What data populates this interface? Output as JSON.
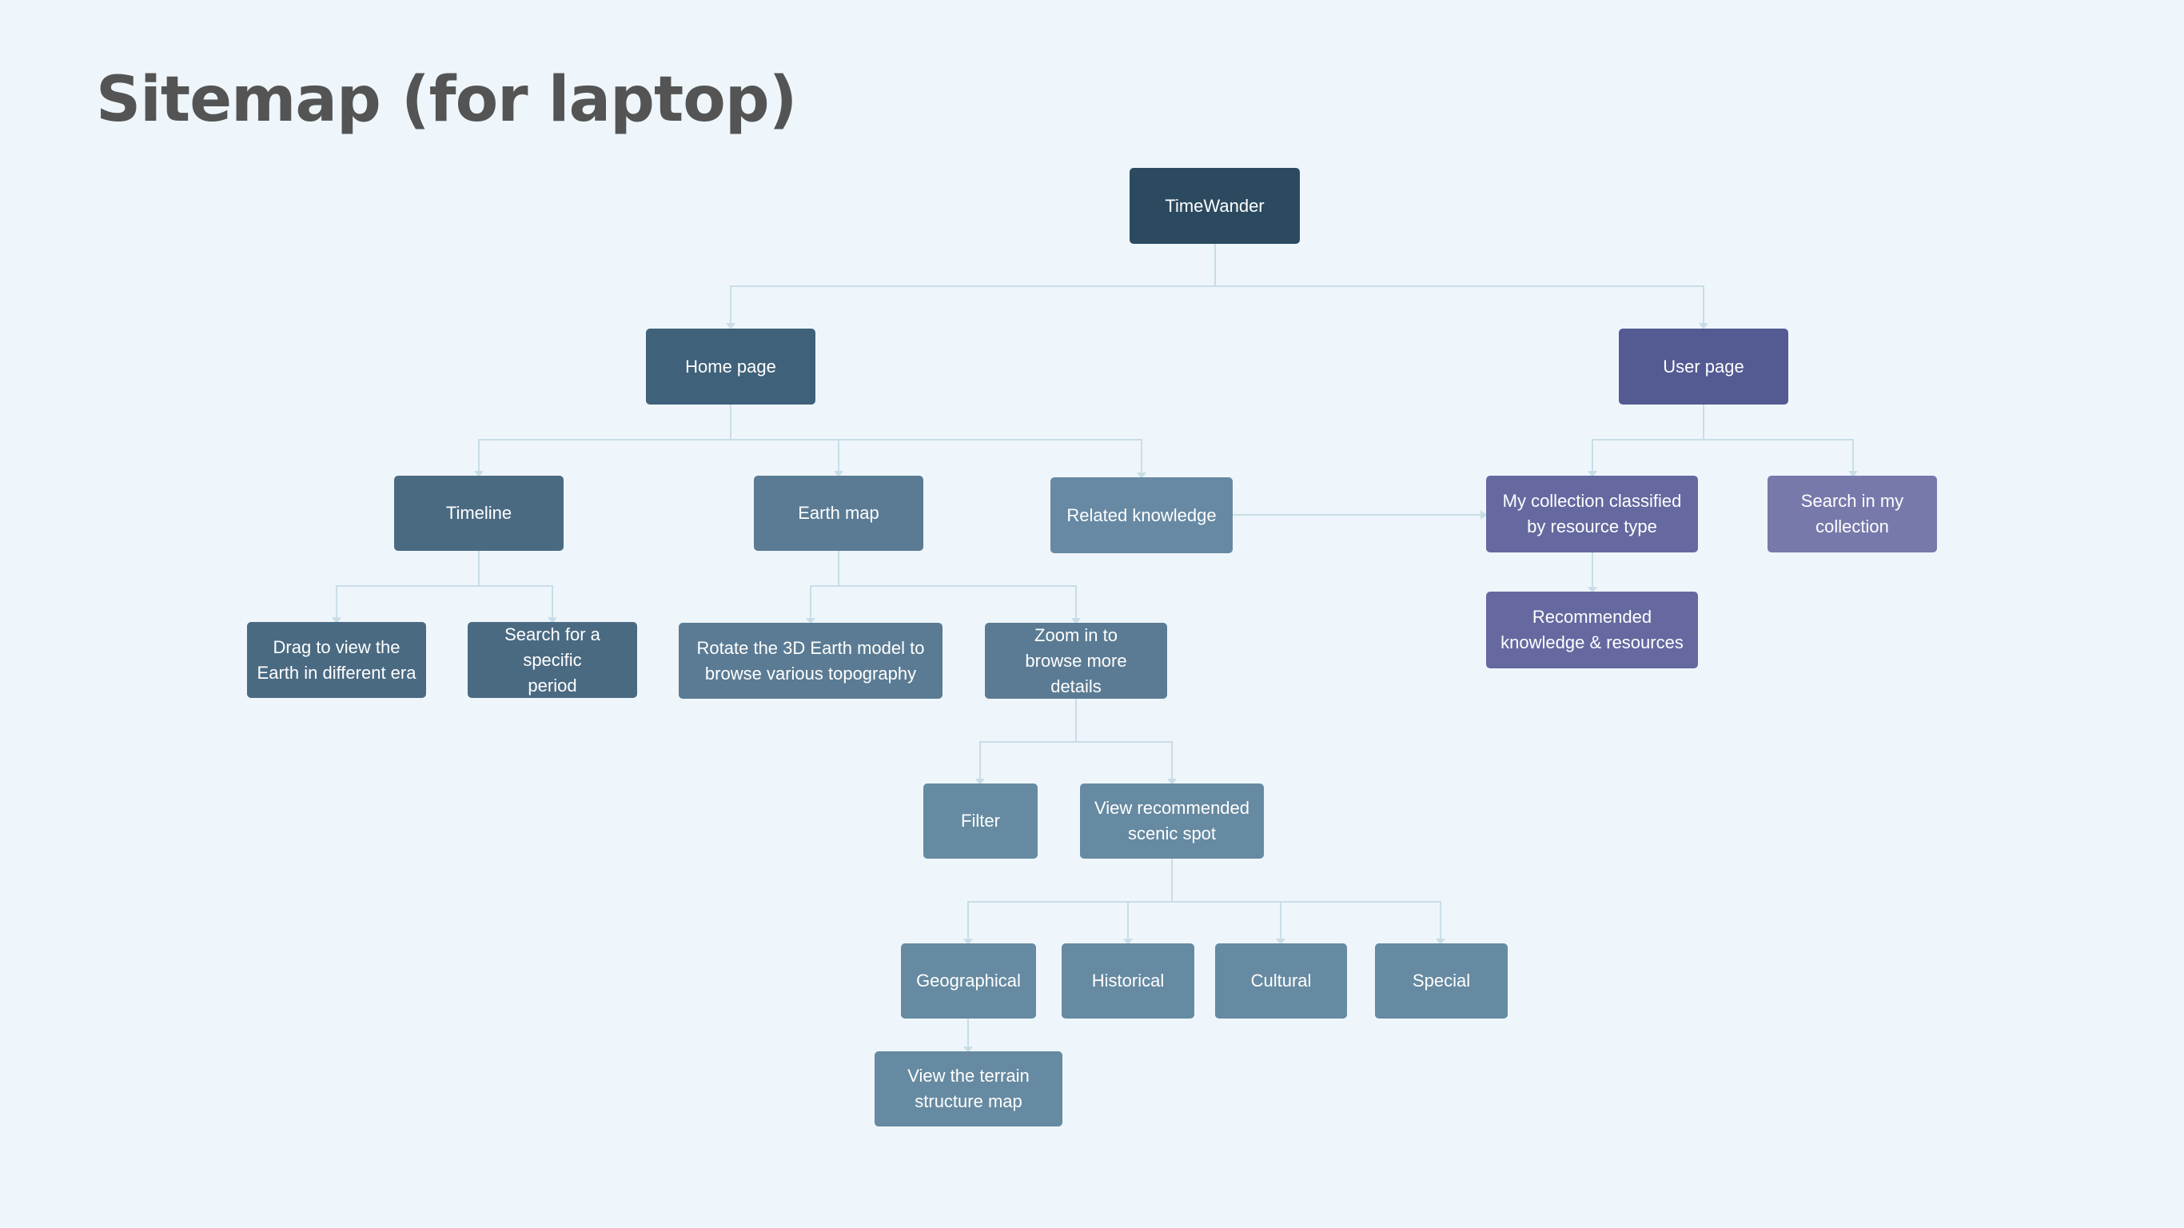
{
  "title": "Sitemap (for laptop)",
  "nodes": {
    "root": "TimeWander",
    "home": "Home page",
    "user": "User page",
    "timeline": "Timeline",
    "earth_map": "Earth map",
    "related": "Related knowledge",
    "collection": "My collection classified by resource type",
    "search_collection": "Search in my collection",
    "recommended": "Recommended knowledge & resources",
    "drag": "Drag to view the Earth in different era",
    "search_period": "Search for a specific period",
    "rotate": "Rotate the 3D Earth model to browse various topography",
    "zoom": "Zoom in to browse more details",
    "filter": "Filter",
    "view_spot": "View recommended scenic spot",
    "geographical": "Geographical",
    "historical": "Historical",
    "cultural": "Cultural",
    "special": "Special",
    "terrain": "View the terrain structure map"
  },
  "colors": {
    "background": "#eef6fb",
    "connector": "#c9dde7",
    "root": "#2b4a5f",
    "home": "#3f6179",
    "user": "#545a92"
  }
}
